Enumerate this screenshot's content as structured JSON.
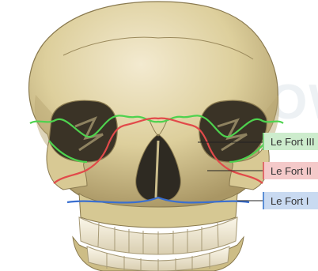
{
  "labels": [
    {
      "text": "Le Fort III",
      "color": "#7fd37f",
      "bg": "#cdeccd"
    },
    {
      "text": "Le Fort II",
      "color": "#e06a6a",
      "bg": "#f4c9c9"
    },
    {
      "text": "Le Fort I",
      "color": "#5b8fd6",
      "bg": "#c9daf1"
    }
  ],
  "colors": {
    "bone": "#e3d6a6",
    "bone_shadow": "#b9a873",
    "cavity": "#2e2a22",
    "fort_iii": "#4ed24e",
    "fort_ii": "#e24a4a",
    "fort_i": "#3a6fd0",
    "leader": "#222222"
  },
  "watermark": "SBOWI"
}
